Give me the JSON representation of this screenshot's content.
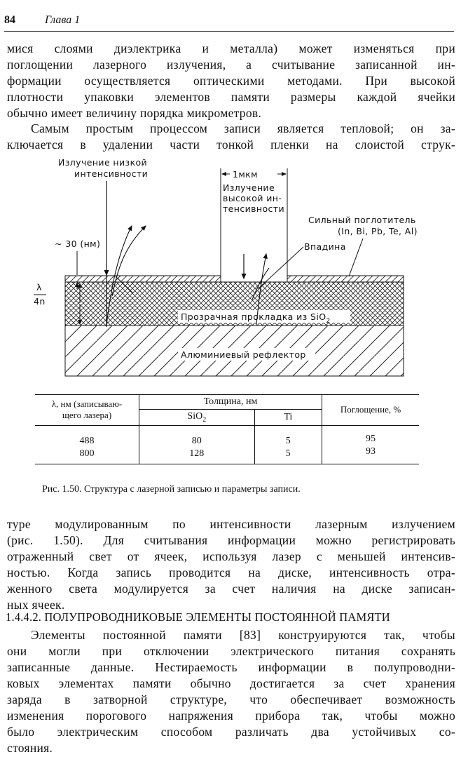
{
  "header": {
    "page_number": "84",
    "running_head": "Глава 1"
  },
  "para1": {
    "lines": [
      "мися слоями диэлектрика и металла) может изменяться при",
      "поглощении лазерного излучения, а считывание записанной ин-",
      "формации осуществляется оптическими методами. При высокой",
      "плотности упаковки элементов памяти размеры каждой ячейки",
      "обычно имеет величину порядка микрометров."
    ]
  },
  "para2": {
    "lines": [
      "Самым простым процессом записи является тепловой; он за-",
      "ключается в удалении части тонкой пленки на слоистой струк-"
    ]
  },
  "figure": {
    "label_low_intensity_1": "Излучение низкой",
    "label_low_intensity_2": "интенсивности",
    "label_width": "1мкм",
    "label_high_1": "Излучение",
    "label_high_2": "высокой ин-",
    "label_high_3": "тенсивности",
    "label_absorber_1": "Сильный поглотитель",
    "label_absorber_2": "(In, Bi, Pb, Te, Al)",
    "label_thickness": "~ 30 (нм)",
    "label_pit": "Впадина",
    "label_lambda_num": "λ",
    "label_lambda_den": "4n",
    "label_spacer": "Прозрачная прокладка из SiO",
    "label_spacer_sub": "2",
    "label_reflector": "Алюминиевый рефлектор"
  },
  "table": {
    "col1_header_1": "λ, нм (записываю-",
    "col1_header_2": "щего лазера)",
    "thickness_header": "Толщина, нм",
    "sio2_header": "SiO",
    "sio2_sub": "2",
    "ti_header": "Ti",
    "absorption_header": "Поглощение, %",
    "rows": [
      {
        "lambda": "488",
        "sio2": "80",
        "ti": "5",
        "absorption": "95"
      },
      {
        "lambda": "800",
        "sio2": "128",
        "ti": "5",
        "absorption": "93"
      }
    ]
  },
  "caption": "Рис. 1.50. Структура с лазерной записью и параметры записи.",
  "para3": {
    "lines": [
      "туре модулированным по интенсивности лазерным излучением",
      "(рис. 1.50). Для считывания информации можно регистрировать",
      "отраженный свет от ячеек, используя лазер с меньшей интенсив-",
      "ностью. Когда запись проводится на диске, интенсивность отра-",
      "женного света модулируется за счет наличия на диске записан-",
      "ных ячеек."
    ]
  },
  "section_heading": "1.4.4.2. ПОЛУПРОВОДНИКОВЫЕ ЭЛЕМЕНТЫ ПОСТОЯННОЙ ПАМЯТИ",
  "para4": {
    "lines": [
      "Элементы постоянной памяти [83] конструируются так, чтобы",
      "они могли при отключении электрического питания сохранять",
      "записанные данные. Нестираемость информации в полупроводни-",
      "ковых элементах памяти обычно достигается за счет хранения",
      "заряда в затворной структуре, что обеспечивает возможность",
      "изменения порогового напряжения прибора так, чтобы можно",
      "было электрическим способом различать два устойчивых со-",
      "стояния."
    ]
  }
}
